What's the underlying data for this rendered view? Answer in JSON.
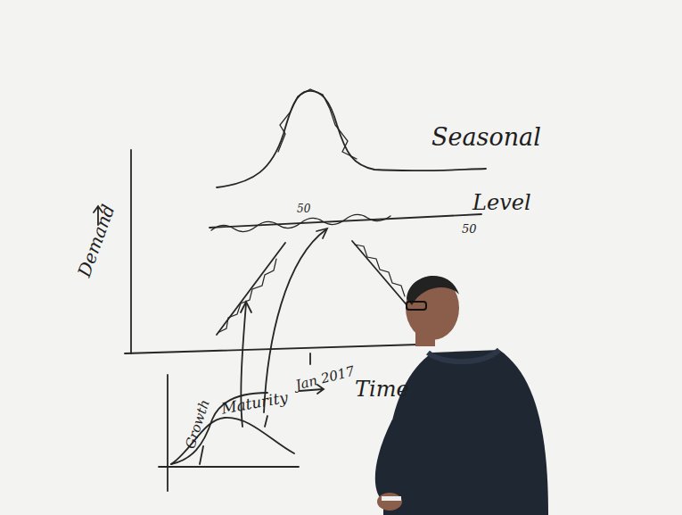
{
  "diagram": {
    "labels": [
      "Seasonal",
      "50",
      "Level",
      "50",
      "Demand",
      "Jan 2017",
      "Time",
      "Growth",
      "Maturity"
    ]
  }
}
